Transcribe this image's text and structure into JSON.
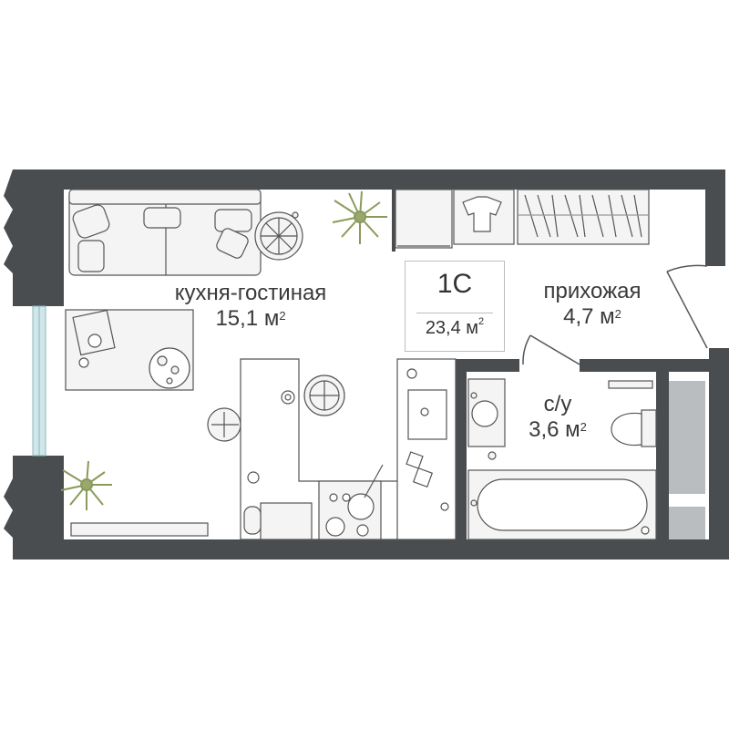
{
  "colors": {
    "wall": "#4a4d4f",
    "wall_dark": "#3c3f41",
    "floor": "#ffffff",
    "furniture_stroke": "#555555",
    "furniture_fill": "#f4f4f4",
    "window": "#cfe7ea",
    "bath_panel": "#b9bdc0",
    "plant": "#9aa86f"
  },
  "apartment": {
    "type_code": "1С",
    "total_area_value": "23,4 м",
    "total_area_exp": "2"
  },
  "rooms": [
    {
      "name": "кухня-гостиная",
      "area_value": "15,1 м",
      "area_exp": "2"
    },
    {
      "name": "прихожая",
      "area_value": "4,7 м",
      "area_exp": "2"
    },
    {
      "name": "с/у",
      "area_value": "3,6 м",
      "area_exp": "2"
    }
  ]
}
